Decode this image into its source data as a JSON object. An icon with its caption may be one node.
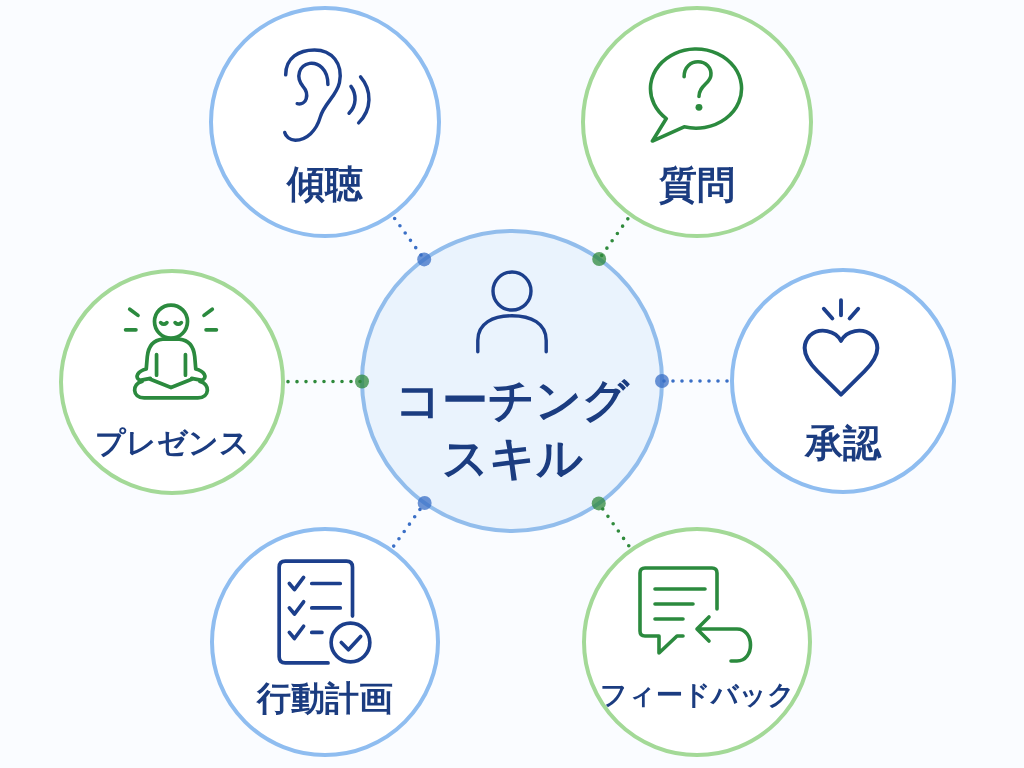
{
  "diagram": {
    "nodes": [
      {
        "text": [
          "コーチングスキル"
        ]
      },
      {
        "text": [
          "傾聴"
        ]
      },
      {
        "text": [
          "質問"
        ]
      },
      {
        "text": [
          "プレゼンス"
        ]
      },
      {
        "text": [
          "承認"
        ]
      },
      {
        "text": [
          "行動計画"
        ]
      },
      {
        "text": [
          "フィードバック"
        ]
      }
    ],
    "edges": [
      {
        "from": 1,
        "to": 0,
        "arrow": "other",
        "style": "dashed",
        "color": "#3a6fc6"
      },
      {
        "from": 2,
        "to": 0,
        "arrow": "other",
        "style": "dashed",
        "color": "#2f8a3c"
      },
      {
        "from": 3,
        "to": 0,
        "arrow": "other",
        "style": "dashed",
        "color": "#2f8a3c"
      },
      {
        "from": 4,
        "to": 0,
        "arrow": "other",
        "style": "dashed",
        "color": "#3a6fc6"
      },
      {
        "from": 5,
        "to": 0,
        "arrow": "other",
        "style": "dashed",
        "color": "#3a6fc6"
      },
      {
        "from": 6,
        "to": 0,
        "arrow": "other",
        "style": "dashed",
        "color": "#2f8a3c"
      }
    ]
  }
}
